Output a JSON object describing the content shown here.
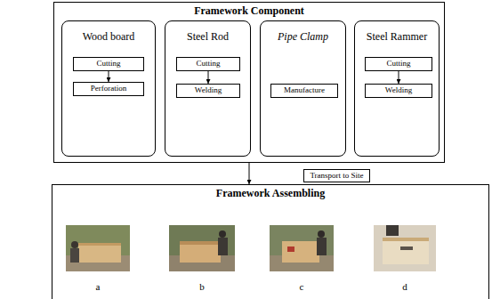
{
  "diagram": {
    "nodes": [
      {
        "text": [
          "Framework Component"
        ]
      },
      {
        "text": [
          "Wood board"
        ],
        "in": 0
      },
      {
        "text": [
          "Cutting"
        ],
        "in": 1
      },
      {
        "text": [
          "Perforation"
        ],
        "in": 1
      },
      {
        "text": [
          "Steel Rod"
        ],
        "in": 0
      },
      {
        "text": [
          "Cutting"
        ],
        "in": 4
      },
      {
        "text": [
          "Welding"
        ],
        "in": 4
      },
      {
        "text": [
          "Pipe Clamp"
        ],
        "in": 0
      },
      {
        "text": [
          "Manufacture"
        ],
        "in": 7
      },
      {
        "text": [
          "Steel Rammer"
        ],
        "in": 0
      },
      {
        "text": [
          "Cutting"
        ],
        "in": 9
      },
      {
        "text": [
          "Welding"
        ],
        "in": 9
      },
      {
        "text": [
          "Transport to Site"
        ]
      },
      {
        "text": [
          "Framework Assembling"
        ]
      }
    ],
    "edges": [
      {
        "from": 2,
        "to": 3,
        "arrow": "to"
      },
      {
        "from": 5,
        "to": 6,
        "arrow": "to"
      },
      {
        "from": 10,
        "to": 11,
        "arrow": "to"
      },
      {
        "from": 0,
        "to": 13,
        "arrow": "to"
      }
    ],
    "labels": [
      "a",
      "b",
      "c",
      "d"
    ]
  }
}
